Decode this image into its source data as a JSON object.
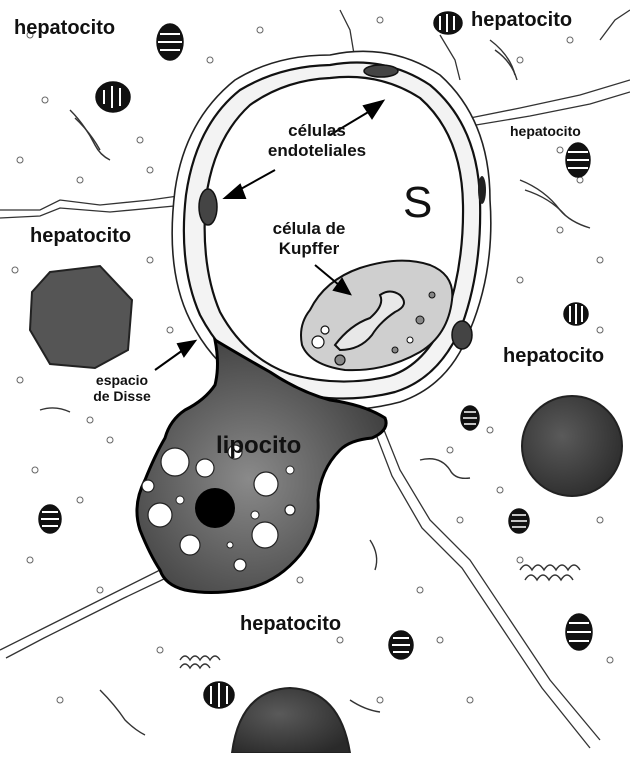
{
  "diagram": {
    "labels": {
      "hepatocito_top_left": "hepatocito",
      "hepatocito_top_right": "hepatocito",
      "hepatocito_right_small": "hepatocito",
      "hepatocito_left": "hepatocito",
      "hepatocito_right": "hepatocito",
      "hepatocito_bottom": "hepatocito",
      "celulas_endoteliales_1": "células",
      "celulas_endoteliales_2": "endoteliales",
      "sinusoid": "S",
      "kupffer_1": "célula de",
      "kupffer_2": "Kupffer",
      "disse_1": "espacio",
      "disse_2": "de Disse",
      "lipocito": "lipocito"
    }
  }
}
